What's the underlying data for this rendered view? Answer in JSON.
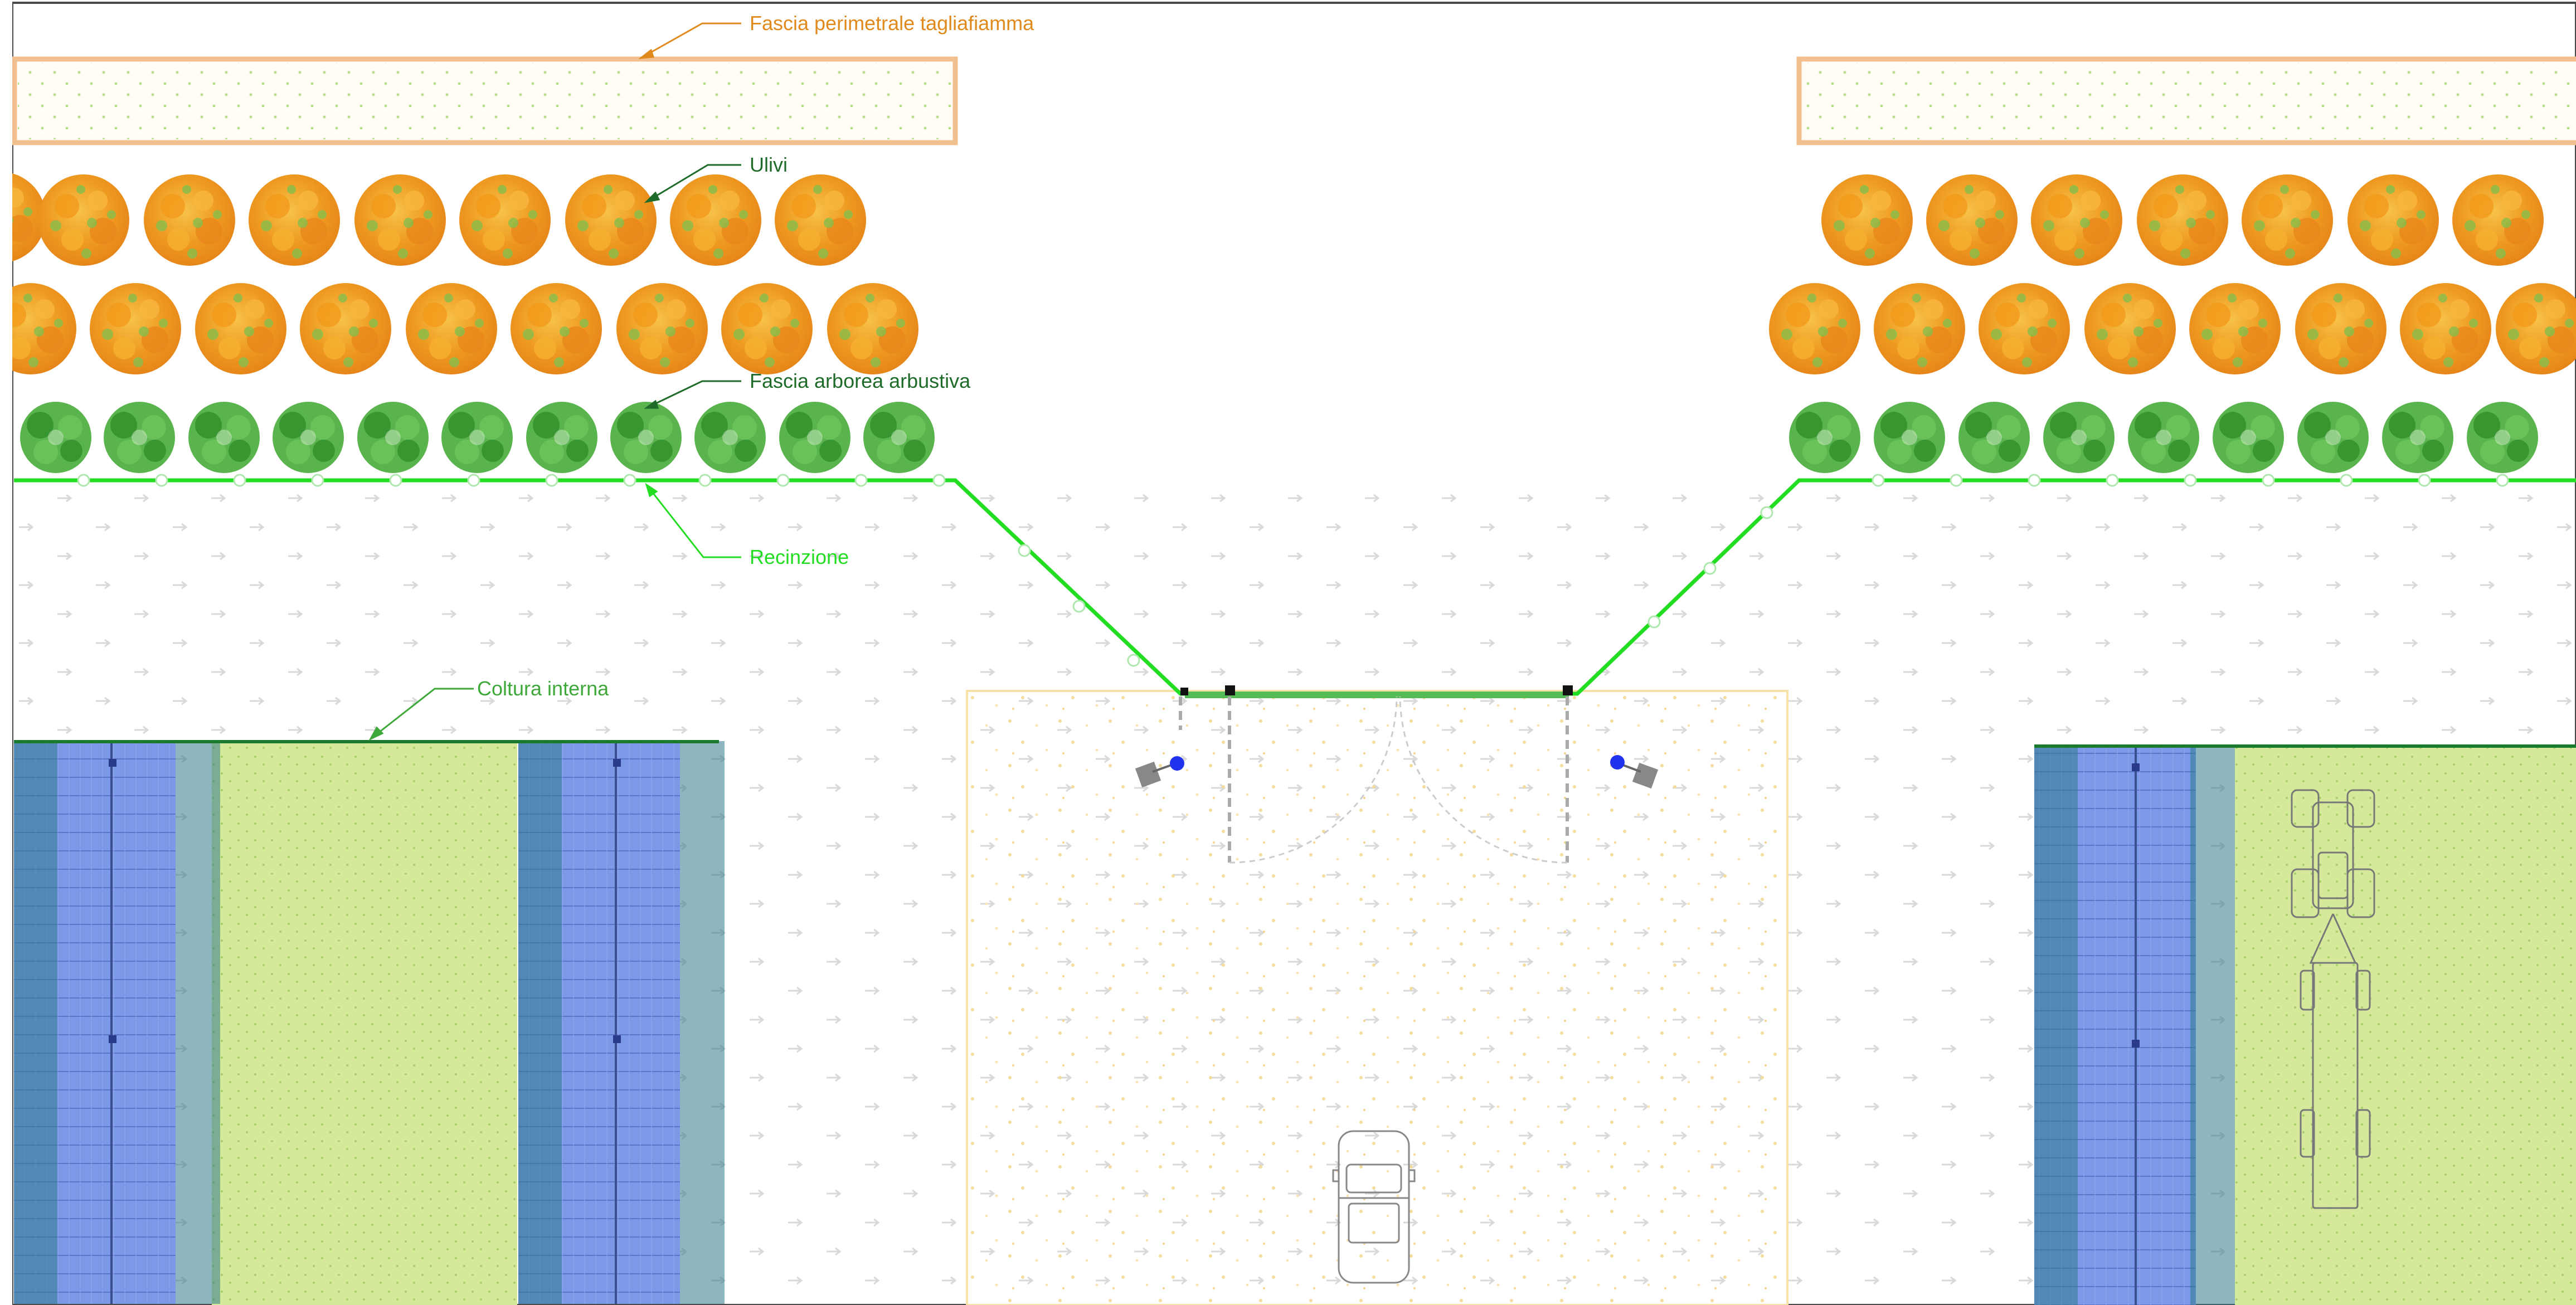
{
  "labels": {
    "firebreak": "Fascia perimetrale tagliafiamma",
    "olives": "Ulivi",
    "shrubs": "Fascia arborea arbustiva",
    "fence": "Recinzione",
    "crop": "Coltura interna"
  },
  "colors": {
    "firebreak": "#e08a1e",
    "firebreak_fill": "#fdfbf0",
    "olive_dark": "#e98a12",
    "olive_light": "#f5b43a",
    "olive_green": "#9cc24a",
    "shrub": "#3fa83a",
    "fence": "#22dd22",
    "fence_post": "#c8f0c8",
    "labels_green": "#1f6b2a",
    "crop_fill": "#d4ea9a",
    "panel_blue": "#6f8de8",
    "panel_edge": "#2f6f86",
    "driveway_border": "#f5e4a0",
    "gate": "#55bb55"
  }
}
